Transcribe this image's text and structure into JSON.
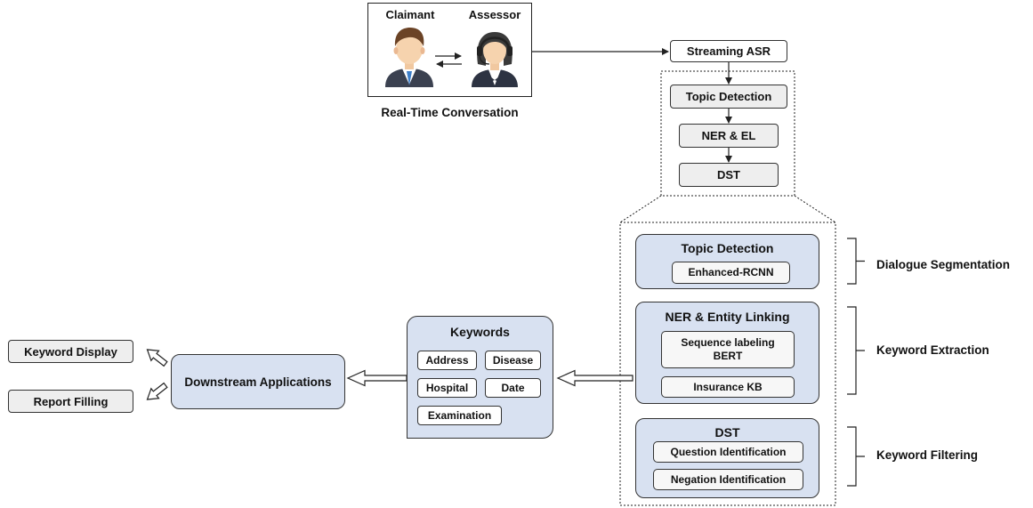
{
  "conversation": {
    "claimant_label": "Claimant",
    "assessor_label": "Assessor",
    "caption": "Real-Time Conversation"
  },
  "pipeline": {
    "asr": "Streaming ASR",
    "topic": "Topic Detection",
    "ner": "NER & EL",
    "dst": "DST"
  },
  "modules": {
    "topic": {
      "title": "Topic Detection",
      "model": "Enhanced-RCNN"
    },
    "ner": {
      "title": "NER & Entity Linking",
      "model_line1": "Sequence labeling",
      "model_line2": "BERT",
      "kb": "Insurance KB"
    },
    "dst": {
      "title": "DST",
      "q": "Question Identification",
      "neg": "Negation Identification"
    }
  },
  "stages": {
    "segmentation": "Dialogue Segmentation",
    "extraction": "Keyword Extraction",
    "filtering": "Keyword Filtering"
  },
  "keywords": {
    "title": "Keywords",
    "items": [
      "Address",
      "Disease",
      "Hospital",
      "Date",
      "Examination"
    ]
  },
  "downstream": {
    "label": "Downstream Applications",
    "display": "Keyword Display",
    "report": "Report Filling"
  }
}
